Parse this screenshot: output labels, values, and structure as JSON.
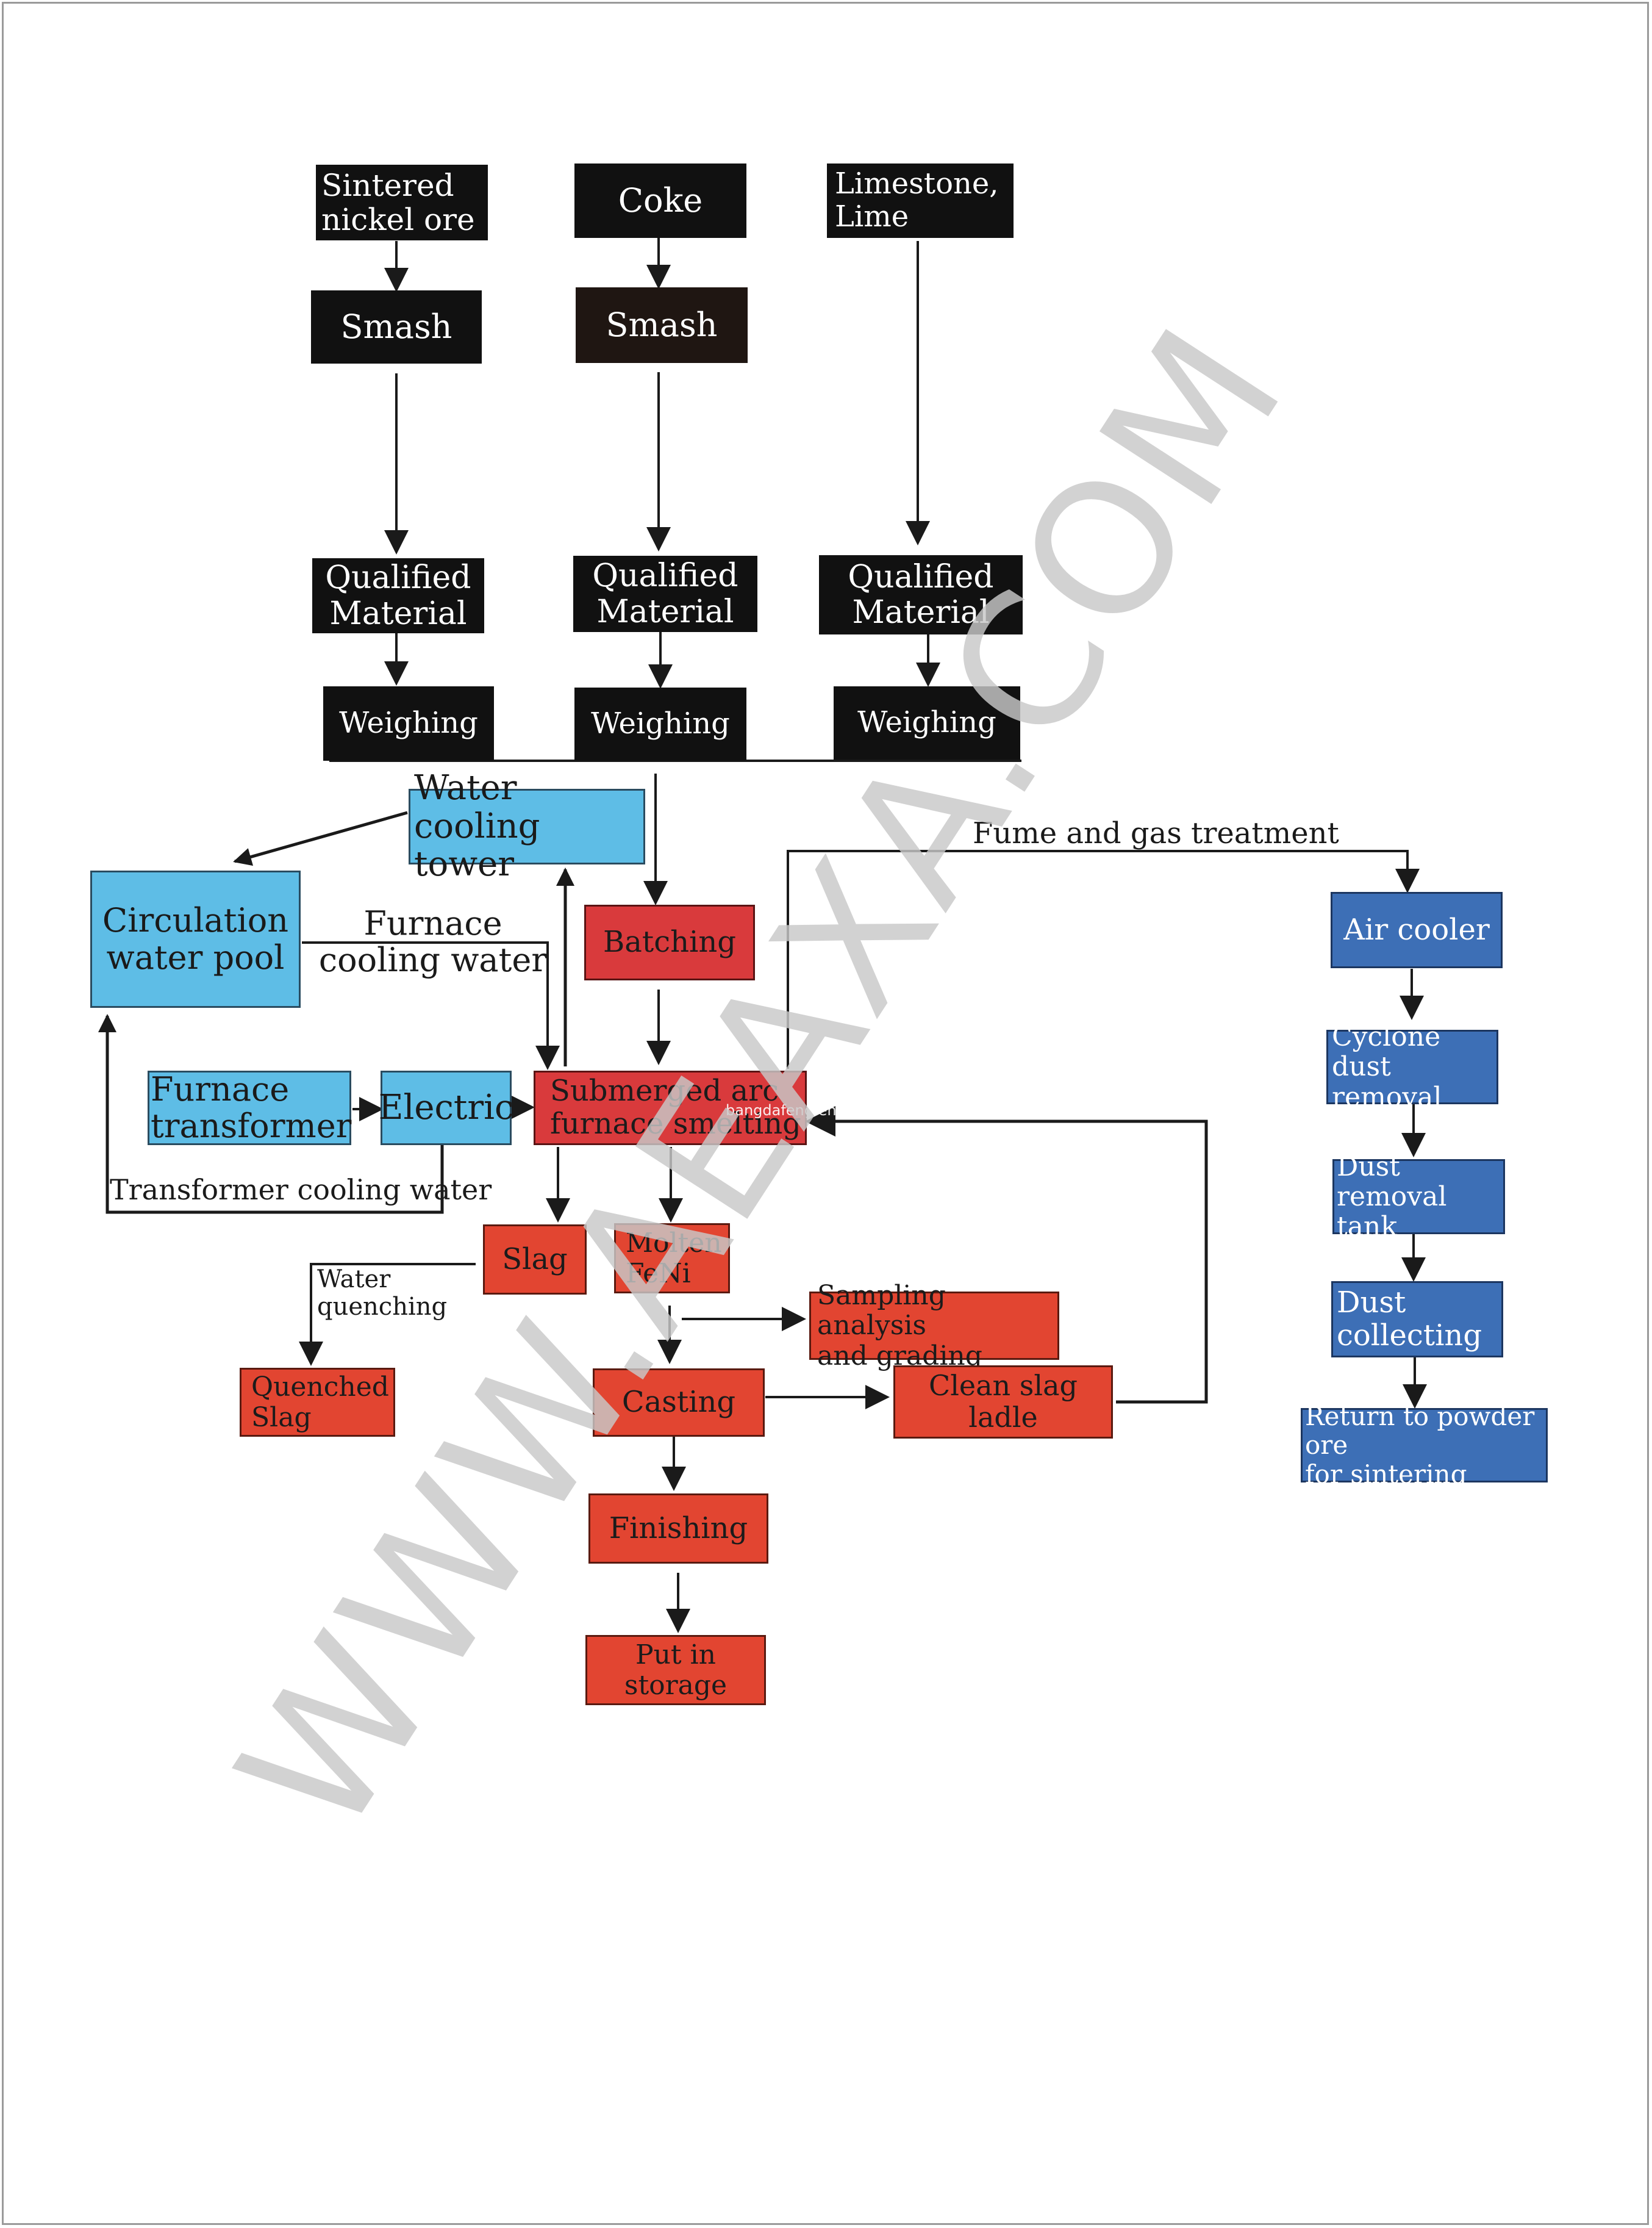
{
  "colors": {
    "raw_material": "#111111",
    "water_system": "#5ebde6",
    "smelting": "#d93a3c",
    "product": "#e24531",
    "gas_treatment": "#3d6fb6",
    "line": "#1a1a1a",
    "watermark": "#c9c9c9"
  },
  "raw_materials": {
    "sintered_ore": "Sintered\nnickel ore",
    "coke": "Coke",
    "limestone": "Limestone,\nLime",
    "smash_1": "Smash",
    "smash_2": "Smash",
    "qualified_1": "Qualified\nMaterial",
    "qualified_2": "Qualified\nMaterial",
    "qualified_3": "Qualified\nMaterial",
    "weighing_1": "Weighing",
    "weighing_2": "Weighing",
    "weighing_3": "Weighing"
  },
  "water_system": {
    "cooling_tower": "Water cooling\ntower",
    "circulation_pool": "Circulation\nwater pool",
    "furnace_transformer": "Furnace\ntransformer",
    "electric": "Electric",
    "furnace_cooling_water": "Furnace\ncooling water",
    "transformer_cooling_water": "Transformer cooling water"
  },
  "smelting": {
    "batching": "Batching",
    "submerged_arc": "Submerged arc\nfurnace smelting",
    "slag": "Slag",
    "molten_feni": "Molten\nFeNi",
    "water_quenching": "Water\nquenching",
    "quenched_slag": "Quenched\nSlag",
    "sampling": "Sampling analysis\nand grading",
    "casting": "Casting",
    "clean_slag_ladle": "Clean slag ladle",
    "finishing": "Finishing",
    "storage": "Put in storage"
  },
  "gas_treatment": {
    "label": "Fume and gas treatment",
    "air_cooler": "Air cooler",
    "cyclone": "Cyclone dust\nremoval",
    "dust_tank": "Dust removal\ntank",
    "dust_collecting": "Dust\ncollecting",
    "return_powder": "Return to powder ore\nfor sintering"
  },
  "overlay": {
    "watermark": "WWW.AEAXA.COM",
    "source_text": "bangdafeng.en.alibaba.com",
    "ghost_weighing": "Weighing"
  }
}
